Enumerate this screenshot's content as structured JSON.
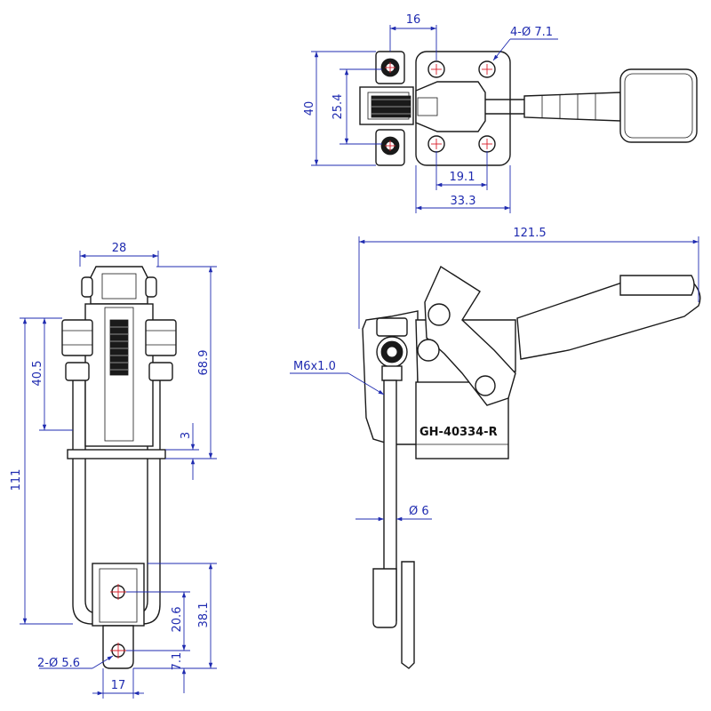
{
  "model_label": "GH-40334-R",
  "top_view": {
    "dim_hole_spacing_width": "16",
    "dim_hole_spec": "4-Ø 7.1",
    "dim_overall_height": "40",
    "dim_hole_spacing_height": "25.4",
    "dim_hole_x_spacing": "19.1",
    "dim_base_width": "33.3"
  },
  "front_view": {
    "dim_width": "28",
    "dim_height_40_5": "40.5",
    "dim_height_68_9": "68.9",
    "dim_height_111": "111",
    "dim_gap_3": "3",
    "dim_38_1": "38.1",
    "dim_20_6": "20.6",
    "dim_7_1": "7.1",
    "dim_hook_holes": "2-Ø 5.6",
    "dim_hook_width": "17"
  },
  "side_view": {
    "dim_overall_length": "121.5",
    "thread_spec": "M6x1.0",
    "dim_rod_diameter": "Ø 6"
  }
}
